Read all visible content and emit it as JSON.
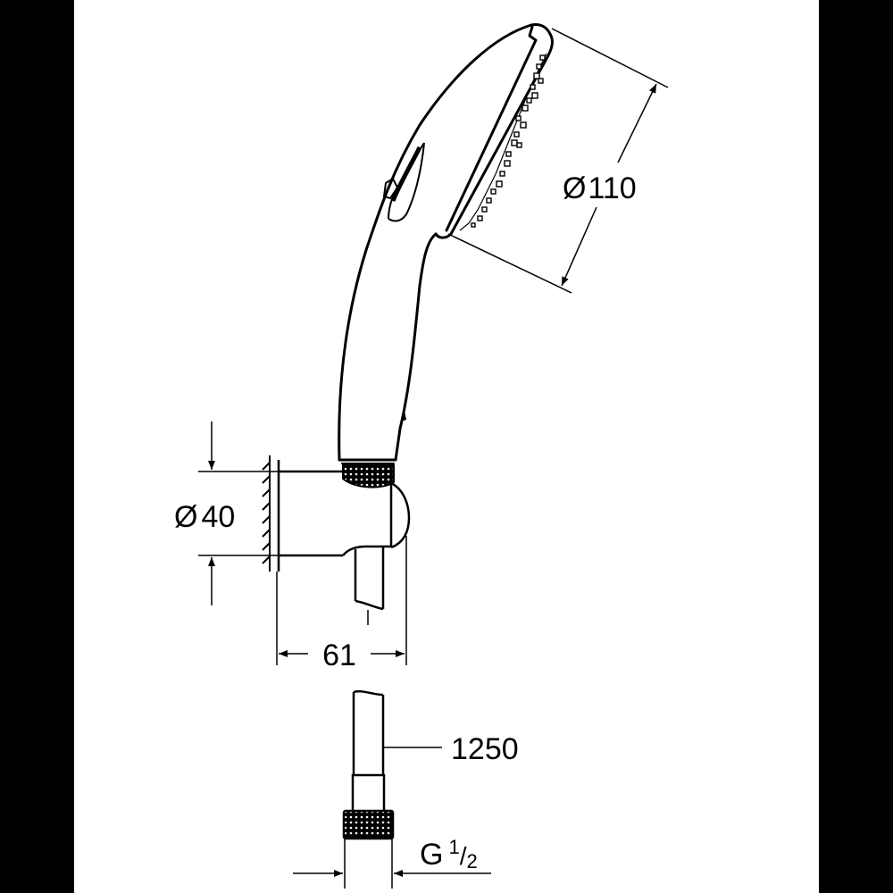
{
  "drawing": {
    "subject": "hand shower with wall holder and hose",
    "colors": {
      "background": "#ffffff",
      "border": "#000000",
      "line": "#000000"
    },
    "dimensions": {
      "head_diameter": {
        "symbol": "Ø",
        "value": "110"
      },
      "holder_diameter": {
        "symbol": "Ø",
        "value": "40"
      },
      "holder_projection": {
        "value": "61"
      },
      "hose_length": {
        "value": "1250"
      },
      "thread": {
        "prefix": "G",
        "numerator": "1",
        "slash": "/",
        "denominator": "2"
      }
    }
  }
}
